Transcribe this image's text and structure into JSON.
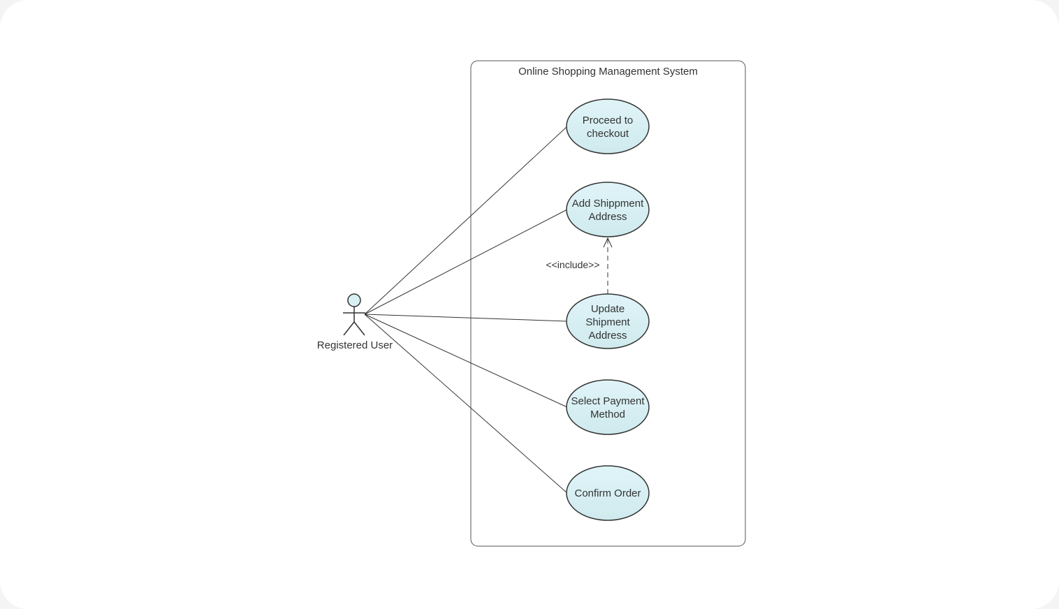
{
  "system": {
    "title": "Online Shopping Management System"
  },
  "actor": {
    "label": "Registered User"
  },
  "use_cases": [
    {
      "id": "proceed-to-checkout",
      "lines": [
        "Proceed to",
        "checkout"
      ]
    },
    {
      "id": "add-shipment-address",
      "lines": [
        "Add Shippment",
        "Address"
      ]
    },
    {
      "id": "update-shipment-address",
      "lines": [
        "Update",
        "Shipment",
        "Address"
      ]
    },
    {
      "id": "select-payment-method",
      "lines": [
        "Select Payment",
        "Method"
      ]
    },
    {
      "id": "confirm-order",
      "lines": [
        "Confirm Order"
      ]
    }
  ],
  "relationships": {
    "include_label": "<<include>>"
  },
  "colors": {
    "use_case_fill": "#d8eff3",
    "stroke": "#333333",
    "actor_head_fill": "#d8eff3",
    "system_border": "#555555"
  }
}
